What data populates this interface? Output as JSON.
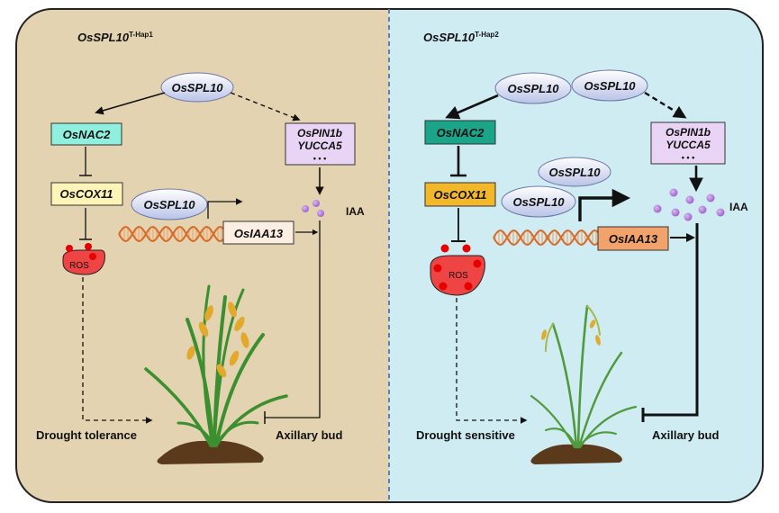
{
  "panels": {
    "left": {
      "title_main": "OsSPL10",
      "title_sup": "T-Hap1",
      "bg_color": "#e3d3b1",
      "spl10_top": "OsSPL10",
      "nac2": "OsNAC2",
      "cox11": "OsCOX11",
      "ros": "ROS",
      "pin1b": "OsPIN1b",
      "yucca5": "YUCCA5",
      "dots": "• • •",
      "spl10_dna": "OsSPL10",
      "iaa13": "OsIAA13",
      "iaa": "IAA",
      "outcome": "Drought tolerance",
      "axillary": "Axillary bud",
      "nac2_color": "#8ff0e0",
      "cox11_color": "#fff4b8",
      "iaa13_color": "#fdeee2"
    },
    "right": {
      "title_main": "OsSPL10",
      "title_sup": "T-Hap2",
      "bg_color": "#cfecf3",
      "spl10_top_a": "OsSPL10",
      "spl10_top_b": "OsSPL10",
      "nac2": "OsNAC2",
      "cox11": "OsCOX11",
      "ros": "ROS",
      "pin1b": "OsPIN1b",
      "yucca5": "YUCCA5",
      "dots": "• • •",
      "spl10_dna_a": "OsSPL10",
      "spl10_dna_b": "OsSPL10",
      "iaa13": "OsIAA13",
      "iaa": "IAA",
      "outcome": "Drought sensitive",
      "axillary": "Axillary bud",
      "nac2_color": "#1aa58a",
      "cox11_color": "#f2b82a",
      "iaa13_color": "#f2a36c"
    }
  },
  "colors": {
    "divider": "#5a7fc0",
    "ros_fill": "#ee4444",
    "ros_dot": "#e60000",
    "iaa_dot": "#b57ed8",
    "pin_box": "#e9d4f5",
    "ellipse_fill": "#dfe3f3",
    "dna_a": "#d86a2a",
    "dna_b": "#f0a868",
    "leaf": "#3b8f2e",
    "leaf_dark": "#2c6e22",
    "panicle": "#e2a92b",
    "soil": "#5a3a1a"
  }
}
